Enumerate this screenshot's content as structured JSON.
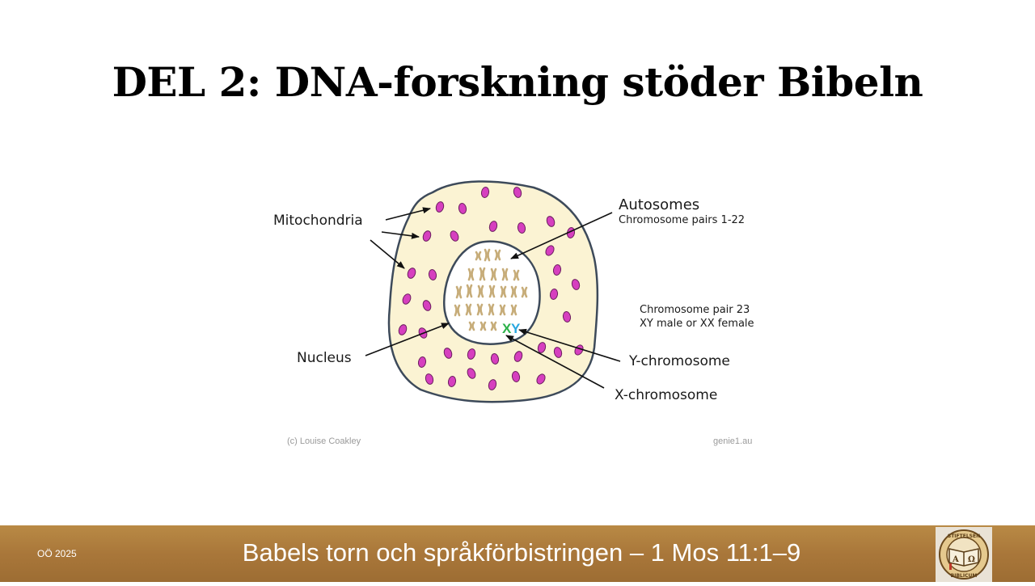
{
  "slide": {
    "title": "DEL 2: DNA-forskning stöder Bibeln"
  },
  "diagram": {
    "labels": {
      "mitochondria": "Mitochondria",
      "nucleus": "Nucleus",
      "autosomes": "Autosomes",
      "autosomes_sub": "Chromosome pairs 1-22",
      "pair23_line1": "Chromosome pair 23",
      "pair23_line2": "XY male or XX female",
      "y_chromosome": "Y-chromosome",
      "x_chromosome": "X-chromosome",
      "x_letter": "X",
      "y_letter": "Y"
    },
    "credit_left": "(c) Louise Coakley",
    "credit_right": "genie1.au",
    "colors": {
      "cytoplasm": "#fbf3d3",
      "membrane": "#3d4a5a",
      "mitochondria": "#d63fbf",
      "chromosome": "#c7ad7a",
      "x_chromosome": "#2cb14a",
      "y_chromosome": "#2aa8e0"
    }
  },
  "footer": {
    "left_text": "OÖ 2025",
    "center_text": "Babels torn och språkförbistringen – 1 Mos 11:1–9",
    "logo": {
      "top_text": "STIFTELSEN",
      "bottom_text": "BIBLICUM",
      "alpha": "A",
      "omega": "Ω"
    }
  }
}
